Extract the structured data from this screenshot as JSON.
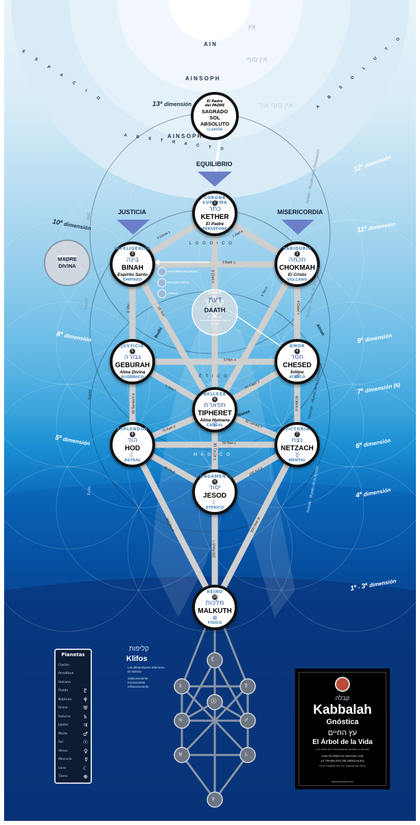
{
  "colors": {
    "bg_top": "#eaf4fb",
    "bg_bottom": "#0a2862",
    "sefira_fill": "#ffffff",
    "sefira_border": "#111111",
    "triangle": "#6a7fc8",
    "path": "#d8d8d8"
  },
  "top": {
    "hebrew_ain": "אין",
    "ain": "A I N",
    "hebrew_ain_soph": "אין סוף",
    "ain_soph": "A I N   S O P H",
    "hebrew_ain_soph_aur": "אין סוף אור",
    "ain_soph_aur": "A I N   S O P H   A U R",
    "espacio": "E S P A C I O",
    "absoluto": "A B S O L U T O",
    "abstracto": "A B S T R A C T O"
  },
  "sol": {
    "l1": "El Padre",
    "l2": "del PADRE",
    "l3": "SAGRADO",
    "l4": "SOL",
    "l5": "ABSOLUTO",
    "l6": "CLARIÓN"
  },
  "dimensions": {
    "d13": "13",
    "d12": "12",
    "d11": "11",
    "d10": "10",
    "d9": "9",
    "d8": "8",
    "d7": "7",
    "d7s": "(6)",
    "d6": "6",
    "d5": "5",
    "d4": "4",
    "d13b": "1",
    "d3": "3",
    "label": "dimensión"
  },
  "pillars": {
    "equilibrio": "EQUILIBRIO",
    "justicia": "JUSTICIA",
    "misericordia": "MISERICORDIA"
  },
  "madre": {
    "l1": "MADRE",
    "l2": "DIVINA"
  },
  "sefirot": {
    "kether": {
      "arc": "CORONA SUPREMA",
      "num": "1",
      "heb": "כתר",
      "name": "KETHER",
      "sub": "El Padre",
      "low": "PERSÉFONE",
      "plan": ""
    },
    "binah": {
      "arc": "INTELIGENCIA",
      "num": "3",
      "heb": "בינה",
      "name": "BINAH",
      "sub": "Espíritu Santo",
      "low": "EMPÍREO",
      "plan": ""
    },
    "chokmah": {
      "arc": "SABIDURÍA",
      "num": "2",
      "heb": "חכמה",
      "name": "CHOKMAH",
      "sub": "El Cristo",
      "low": "VULCANO",
      "plan": ""
    },
    "daath": {
      "arc": "SABER",
      "num": "",
      "heb": "דעת",
      "name": "DAATH",
      "sub": "El Árbol del Conocimiento del Bien y del Mal",
      "low": "",
      "plan": ""
    },
    "geburah": {
      "arc": "JUSTICIA",
      "num": "5",
      "heb": "גבורה",
      "name": "GEBURAH",
      "sub": "Alma Divina",
      "low": "BUDDHICO",
      "plan": "☉"
    },
    "chesed": {
      "arc": "AMOR",
      "num": "4",
      "heb": "חסד",
      "name": "CHESED",
      "sub": "Íntimo",
      "low": "ATMICO",
      "plan": "♂"
    },
    "tiphereth": {
      "arc": "BELLEZA",
      "num": "6",
      "heb": "תפארת",
      "name": "TIPHERET",
      "sub": "Alma Humana",
      "low": "CAUSAL",
      "plan": "♀"
    },
    "hod": {
      "arc": "ESPLENDOR",
      "num": "8",
      "heb": "הוד",
      "name": "HOD",
      "sub": "",
      "low": "ASTRAL",
      "plan": "☾"
    },
    "netzach": {
      "arc": "VICTORIA",
      "num": "7",
      "heb": "נצח",
      "name": "NETZACH",
      "sub": "",
      "low": "MENTAL",
      "plan": "☿"
    },
    "jesod": {
      "arc": "FUNDAMENTO",
      "num": "9",
      "heb": "יסוד",
      "name": "JESOD",
      "sub": "",
      "low": "ETERICO",
      "plan": "☾"
    },
    "malkuth": {
      "arc": "REINO",
      "num": "10",
      "heb": "מלכות",
      "name": "MALKUTH",
      "sub": "",
      "low": "FÍSICO",
      "plan": "⊕"
    }
  },
  "paths": {
    "p1": "1 Alef א",
    "p2": "2 Beth ב",
    "p3": "3 Gimel ג",
    "p4": "4 Dalet ד",
    "p5": "5 Heh ה",
    "p6": "6 Vav ו",
    "p7": "7 Zain ז",
    "p8": "8 Chet ח",
    "p9": "9 Tet ט",
    "p10": "10 Yod י",
    "p20": "20 Caph כ",
    "p30": "30 Lamed ל",
    "p40": "40 Mem מ",
    "p50": "50 Nun נ",
    "p60": "60 Samech ס",
    "p70": "70 Ayin ע",
    "p80": "80 Pe פ",
    "p90": "90 Tzade צ",
    "p100": "100 Kuf ק",
    "p200": "200 Resh ר",
    "p300": "300 Shin ש",
    "p400": "400 Tav ת"
  },
  "mundo": {
    "logoico": "L O G O I C O",
    "etico": "É T I C O",
    "magico": "M Á G I C O"
  },
  "auric": {
    "budhi": "Budhi",
    "atman": "Atman",
    "manas": "Manas"
  },
  "daath_notes": {
    "n1": "PARABRAHMATMAN",
    "n2": "BRAHMATMAN",
    "n3": "ATMAN"
  },
  "side_labels": {
    "raiz": "Raíz",
    "tronco": "Tronco",
    "rama": "Rama",
    "fruto": "Fruto",
    "aziluth": "Aziluth · Mundo de la Emanación",
    "beriah": "Beriah · Mundo de la Creación",
    "yetzirah": "Yetzirah · Mundo de la Formación",
    "assiah": "Assiah · Mundo de la Acción"
  },
  "klifos": {
    "heb": "קליפות",
    "title": "Klifos",
    "sub1": "Las dimensiones inferiores",
    "sub2": "El Abismo",
    "i1": "Subconsciente",
    "i2": "Inconsciente",
    "i3": "Infraconsciente"
  },
  "planetas": {
    "title": "Planetas",
    "items": [
      {
        "name": "Clarión",
        "sym": ""
      },
      {
        "name": "Perséfone",
        "sym": ""
      },
      {
        "name": "Vulcano",
        "sym": ""
      },
      {
        "name": "Plutón",
        "sym": "♇"
      },
      {
        "name": "Neptuno",
        "sym": "♆"
      },
      {
        "name": "Urano",
        "sym": "♅"
      },
      {
        "name": "Saturno",
        "sym": "♄"
      },
      {
        "name": "Júpiter",
        "sym": "♃"
      },
      {
        "name": "Marte",
        "sym": "♂"
      },
      {
        "name": "Sol",
        "sym": "☉"
      },
      {
        "name": "Venus",
        "sym": "♀"
      },
      {
        "name": "Mercurio",
        "sym": "☿"
      },
      {
        "name": "Luna",
        "sym": "☾"
      },
      {
        "name": "Tierra",
        "sym": "⊕"
      }
    ]
  },
  "book": {
    "heb1": "קבלה",
    "title": "Kabbalah",
    "subtitle": "Gnóstica",
    "heb2": "עץ החיים",
    "tree": "El Árbol de la Vida",
    "tree_sub": "y el Árbol del Conocimiento del Bien y del Mal",
    "l1": "LOS PLANETAS SEGÚN LOS",
    "l2": "12 TRABAJOS DE HÉRCULES",
    "l3": "De la Tradición del V.M. Samael Aun Weor",
    "url": "www.gnosisinfo.com"
  }
}
